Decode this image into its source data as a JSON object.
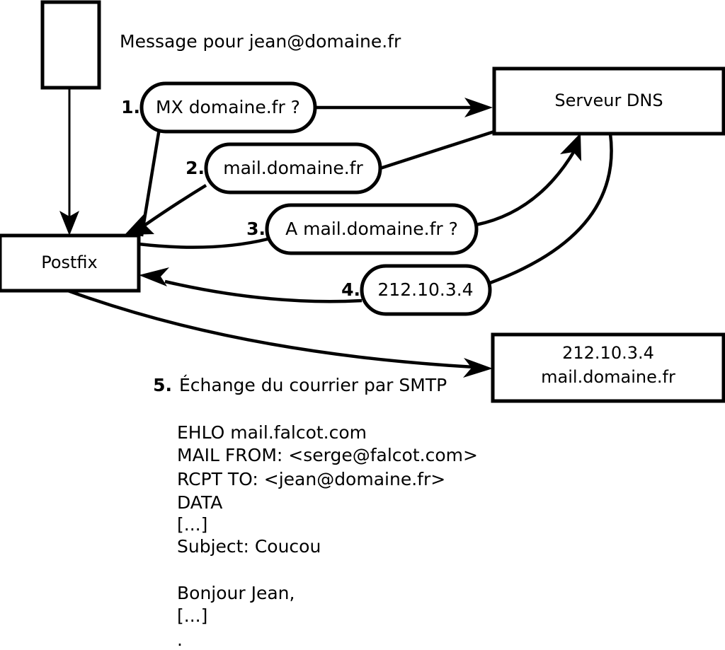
{
  "title_note": "Message pour jean@domaine.fr",
  "nodes": {
    "client_box": {
      "label": ""
    },
    "postfix": {
      "label": "Postfix"
    },
    "dns_server": {
      "label": "Serveur DNS"
    },
    "mail_server": {
      "line1": "212.10.3.4",
      "line2": "mail.domaine.fr"
    }
  },
  "steps": [
    {
      "num": "1.",
      "label": "MX domaine.fr ?"
    },
    {
      "num": "2.",
      "label": "mail.domaine.fr"
    },
    {
      "num": "3.",
      "label": "A mail.domaine.fr ?"
    },
    {
      "num": "4.",
      "label": "212.10.3.4"
    },
    {
      "num": "5.",
      "label": "Échange du courrier par SMTP"
    }
  ],
  "smtp_transcript": [
    "EHLO mail.falcot.com",
    "MAIL FROM: <serge@falcot.com>",
    "RCPT TO: <jean@domaine.fr>",
    "DATA",
    "[...]",
    "Subject: Coucou",
    "",
    "Bonjour Jean,",
    "[...]",
    "."
  ],
  "colors": {
    "stroke": "#000000",
    "fill": "#ffffff",
    "text": "#000000"
  }
}
